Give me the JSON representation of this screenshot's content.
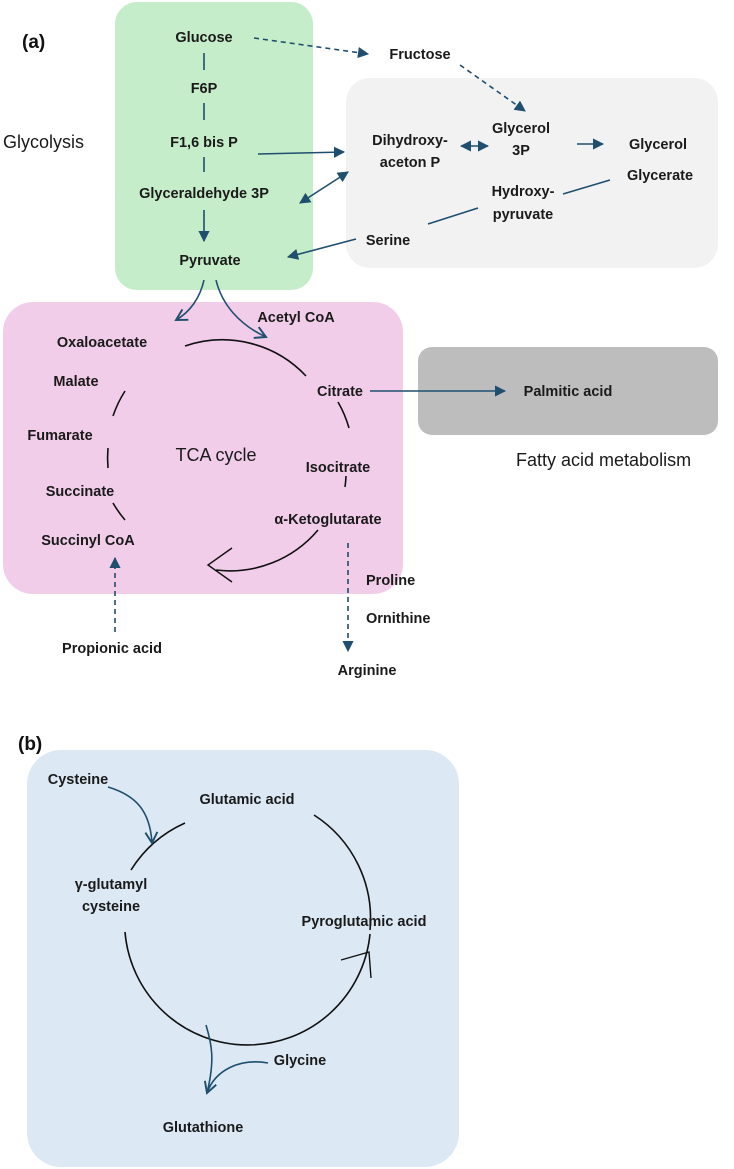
{
  "panels": {
    "a": "(a)",
    "b": "(b)"
  },
  "colors": {
    "glycolysis_box": "#c6edc9",
    "glycerol_box": "#f2f2f2",
    "tca_box": "#f2cdea",
    "fatty_box": "#bdbdbd",
    "glutathione_box": "#dce9f5",
    "arrow": "#1f4e6e"
  },
  "glycolysis": {
    "title": "Glycolysis",
    "glucose": "Glucose",
    "f6p": "F6P",
    "f16bp": "F1,6 bis P",
    "g3p": "Glyceraldehyde 3P",
    "pyruvate": "Pyruvate"
  },
  "glycerol": {
    "fructose": "Fructose",
    "dhap_1": "Dihydroxy-",
    "dhap_2": "aceton P",
    "glycerol3p_1": "Glycerol",
    "glycerol3p_2": "3P",
    "glycerol": "Glycerol",
    "glycerate": "Glycerate",
    "hydroxypyruvate_1": "Hydroxy-",
    "hydroxypyruvate_2": "pyruvate",
    "serine": "Serine"
  },
  "tca": {
    "title": "TCA cycle",
    "acetyl_coa": "Acetyl CoA",
    "oxaloacetate": "Oxaloacetate",
    "malate": "Malate",
    "fumarate": "Fumarate",
    "succinate": "Succinate",
    "succinyl_coa": "Succinyl CoA",
    "citrate": "Citrate",
    "isocitrate": "Isocitrate",
    "ketoglutarate": "α-Ketoglutarate",
    "proline": "Proline",
    "ornithine": "Ornithine",
    "arginine": "Arginine",
    "propionic_acid": "Propionic acid"
  },
  "fatty_acid": {
    "title": "Fatty acid metabolism",
    "palmitic_acid": "Palmitic acid"
  },
  "glutathione": {
    "glutamic_acid": "Glutamic acid",
    "cysteine": "Cysteine",
    "gamma_1": "γ-glutamyl",
    "gamma_2": "cysteine",
    "pyroglutamic_acid": "Pyroglutamic acid",
    "glycine": "Glycine",
    "glutathione": "Glutathione"
  }
}
